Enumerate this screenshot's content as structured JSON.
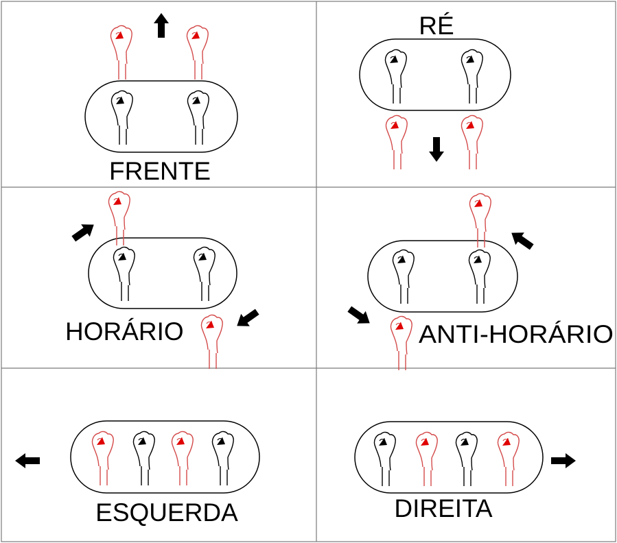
{
  "colors": {
    "line": "#000000",
    "grid": "#7a7a7a",
    "active_hand": "#e00000",
    "passive_hand": "#000000",
    "active_stroke": "#d44a4a"
  },
  "panels": [
    {
      "id": "frente",
      "label": "FRENTE",
      "arrow_icon": "arrow-up-icon"
    },
    {
      "id": "re",
      "label": "RÉ",
      "arrow_icon": "arrow-down-icon"
    },
    {
      "id": "horario",
      "label": "HORÁRIO",
      "arrow_icon": "arrow-diagonal-icon"
    },
    {
      "id": "anti-horario",
      "label": "ANTI-HORÁRIO",
      "arrow_icon": "arrow-diagonal-icon"
    },
    {
      "id": "esquerda",
      "label": "ESQUERDA",
      "arrow_icon": "arrow-left-icon"
    },
    {
      "id": "direita",
      "label": "DIREITA",
      "arrow_icon": "arrow-right-icon"
    }
  ]
}
